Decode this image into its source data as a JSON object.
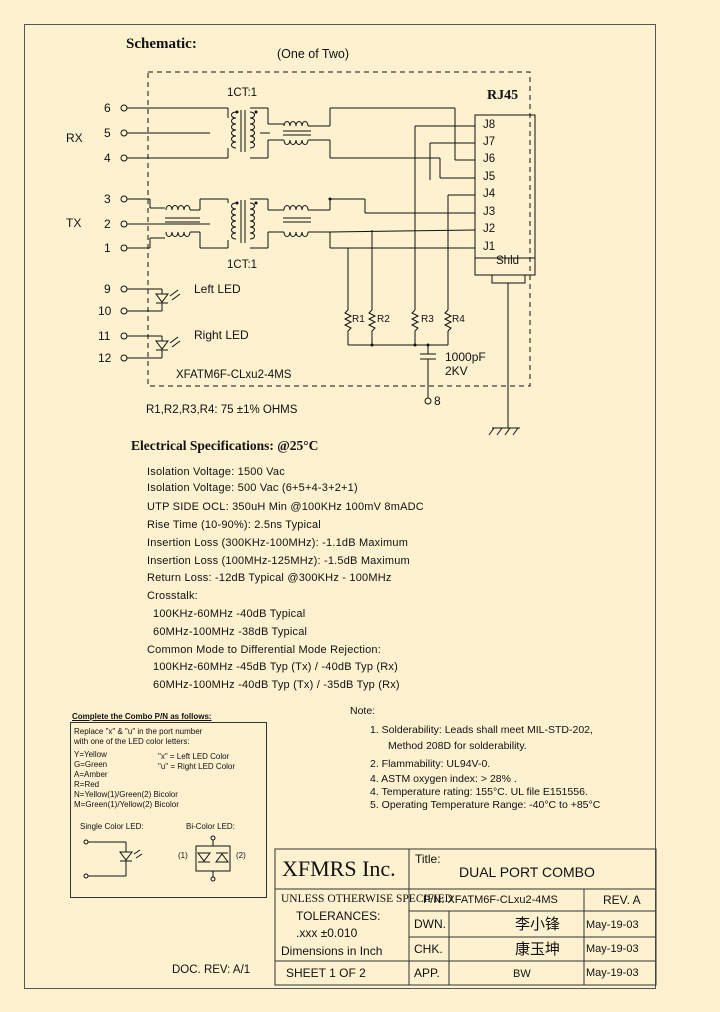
{
  "header": {
    "schematic_label": "Schematic:",
    "one_of_two": "(One  of  Two)"
  },
  "schematic": {
    "rj45": "RJ45",
    "ct_top": "1CT:1",
    "ct_bottom": "1CT:1",
    "rx": "RX",
    "tx": "TX",
    "pins_left": [
      "6",
      "5",
      "4",
      "3",
      "2",
      "1",
      "9",
      "10",
      "11",
      "12"
    ],
    "jack_pins": [
      "J8",
      "J7",
      "J6",
      "J5",
      "J4",
      "J3",
      "J2",
      "J1",
      "Shld"
    ],
    "left_led": "Left  LED",
    "right_led": "Right  LED",
    "resistors": [
      "R1",
      "R2",
      "R3",
      "R4"
    ],
    "cap_value": "1000pF",
    "cap_voltage": "2KV",
    "pin_8": "8",
    "part_inside": "XFATM6F-CLxu2-4MS",
    "resistor_note": "R1,R2,R3,R4:  75  ±1%  OHMS"
  },
  "electrical": {
    "title": "Electrical   Specifications:  @25°C",
    "lines": [
      "Isolation  Voltage:   1500  Vac",
      "Isolation  Voltage:   500  Vac  (6+5+4-3+2+1)",
      "UTP  SIDE  OCL:  350uH  Min  @100KHz   100mV  8mADC",
      "Rise  Time  (10-90%):  2.5ns  Typical",
      "Insertion  Loss  (300KHz-100MHz):  -1.1dB  Maximum",
      "Insertion  Loss  (100MHz-125MHz):  -1.5dB  Maximum",
      "Return  Loss:  -12dB  Typical  @300KHz  -  100MHz",
      "Crosstalk:",
      "100KHz-60MHz      -40dB  Typical",
      "60MHz-100MHz      -38dB  Typical",
      "Common  Mode  to  Differential  Mode  Rejection:",
      "100KHz-60MHz      -45dB  Typ  (Tx)  /  -40dB  Typ  (Rx)",
      "60MHz-100MHz      -40dB  Typ  (Tx)  /  -35dB  Typ  (Rx)"
    ]
  },
  "combo": {
    "title": "Complete  the  Combo  P/N  as  follows:",
    "lines": [
      "Replace  \"x\"  &  \"u\"  in  the  port  number",
      "with  one  of  the  LED  color  letters:",
      "Y=Yellow",
      "G=Green",
      "A=Amber",
      "R=Red",
      "N=Yellow(1)/Green(2)  Bicolor",
      "M=Green(1)/Yellow(2)  Bicolor"
    ],
    "x_note": "\"x\"  =  Left  LED  Color",
    "u_note": "\"u\"  =  Right  LED  Color",
    "single_label": "Single  Color  LED:",
    "bi_label": "Bi-Color  LED:",
    "bi_1": "(1)",
    "bi_2": "(2)"
  },
  "notes": {
    "title": "Note:",
    "items": [
      "1.  Solderability:  Leads  shall  meet  MIL-STD-202,",
      "Method  208D  for  solderability.",
      "2.  Flammability:  UL94V-0.",
      "4.  ASTM  oxygen  index:  >  28%  .",
      "4.  Temperature  rating:  155°C.  UL  file  E151556.",
      "5.  Operating  Temperature  Range:  -40°C  to  +85°C"
    ]
  },
  "title_block": {
    "company": "XFMRS  Inc.",
    "title_label": "Title:",
    "title_value": "DUAL  PORT  COMBO",
    "unless": "UNLESS  OTHERWISE  SPECIFIED",
    "tolerances": "TOLERANCES:",
    "tol_value": ".xxx  ±0.010",
    "dimensions": "Dimensions  in  Inch",
    "sheet": "SHEET   1   OF   2",
    "pn": "P/N:  XFATM6F-CLxu2-4MS",
    "rev": "REV.  A",
    "dwn": "DWN.",
    "chk": "CHK.",
    "app": "APP.",
    "dwn_sig": "李小锋",
    "chk_sig": "康玉坤",
    "app_sig": "BW",
    "dwn_date": "May-19-03",
    "chk_date": "May-19-03",
    "app_date": "May-19-03"
  },
  "doc_rev": "DOC.  REV:  A/1"
}
